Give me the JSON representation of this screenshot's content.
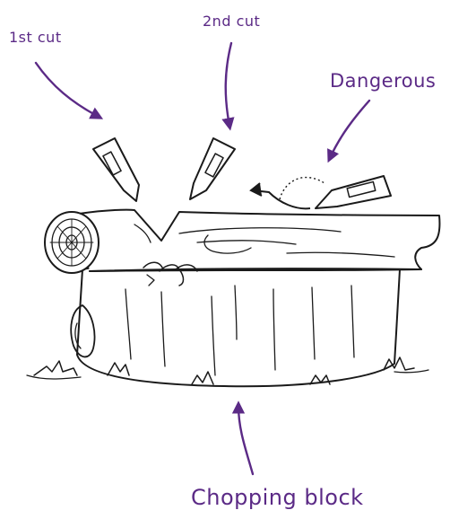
{
  "labels": {
    "first_cut": "1st cut",
    "second_cut": "2nd cut",
    "dangerous": "Dangerous",
    "chopping_block": "Chopping block"
  },
  "colors": {
    "annotation": "#5b2a86",
    "ink": "#1a1a1a",
    "paper": "#ffffff"
  },
  "icons": {
    "first_cut_tool": "axe-head-icon",
    "second_cut_tool": "axe-head-icon",
    "danger_tool": "axe-head-icon",
    "swing_direction": "curved-arrow-icon"
  }
}
